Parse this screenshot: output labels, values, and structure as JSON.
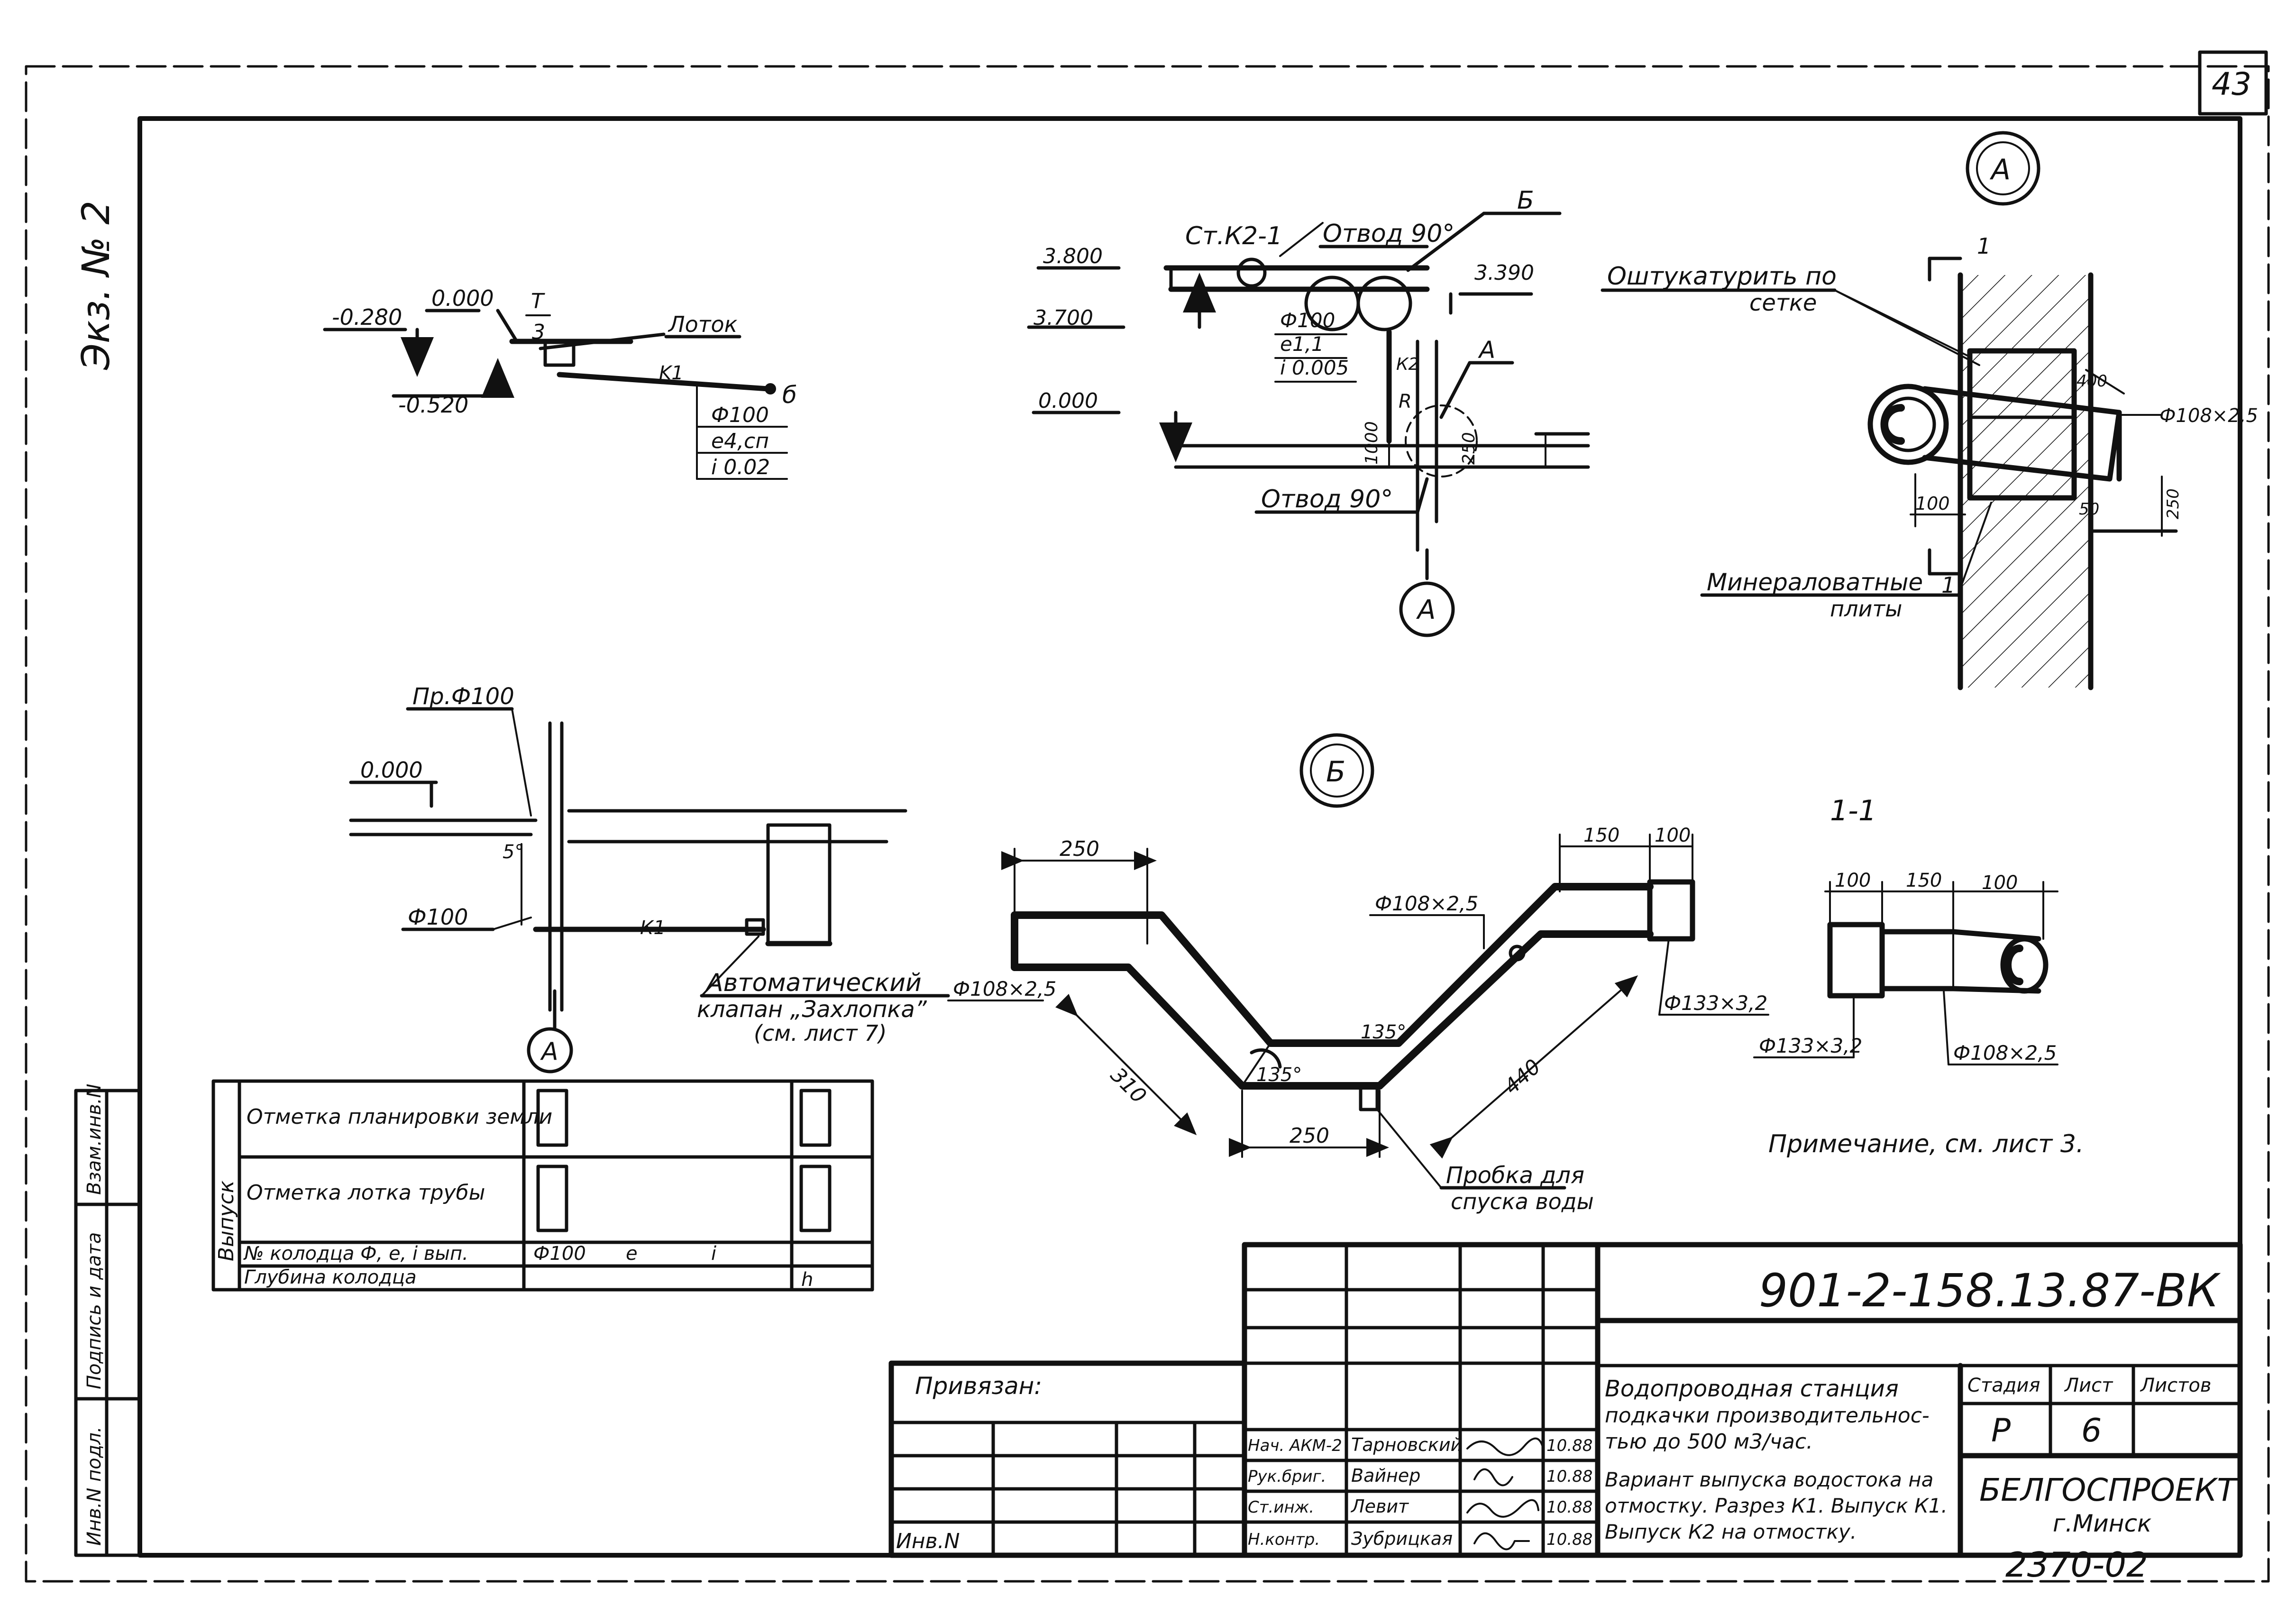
{
  "sheet": {
    "corner_number": "43",
    "stamp_left": "Экз. № 2",
    "copy_number": "2370-02"
  },
  "side_stamp": {
    "labels": [
      "Взам.инв.N",
      "Подпись и дата",
      "Инв.N подл."
    ]
  },
  "view_K1": {
    "level_a": "-0.280",
    "level_b": "0.000",
    "level_c": "-0.520",
    "frac_num": "T",
    "frac_den": "3",
    "label_lotok": "Лоток",
    "pipe_code": "K1",
    "end_mark": "б",
    "spec": [
      "Ф100",
      "е4,сп",
      "i 0.02"
    ]
  },
  "view_K2_top": {
    "level_1": "3.800",
    "level_2": "3.700",
    "level_3": "3.390",
    "level_4": "0.000",
    "riser": "Ст.К2-1",
    "elbow_top": "Отвод 90°",
    "elbow_bottom": "Отвод 90°",
    "callout_b": "Б",
    "callout_a": "А",
    "spec": [
      "Ф100",
      "е1,1",
      "i 0.005"
    ],
    "dim_vert": "1000",
    "dim_250": "250",
    "k2": "К2",
    "r": "R",
    "circle_a": "А"
  },
  "detail_A": {
    "circle_label": "А",
    "plaster": "Оштукатурить по",
    "plaster_2": "сетке",
    "mineral": "Минераловатные",
    "mineral_2": "плиты",
    "section_mark": "1",
    "dim_400": "400",
    "dim_100": "100",
    "dim_50": "50",
    "dim_250": "250",
    "pipe_dia": "Ф108×2,5"
  },
  "view_K1_outlet": {
    "pr": "Пр.Ф100",
    "level": "0.000",
    "pipe": "Ф100",
    "slope": "5°",
    "k1": "К1",
    "valve_1": "Автоматический",
    "valve_2": "клапан „Захлопка”",
    "valve_3": "(см. лист 7)",
    "circle_a": "А"
  },
  "detail_B": {
    "circle_label": "Б",
    "dim_250_top": "250",
    "dim_150": "150",
    "dim_100": "100",
    "pipe_left": "Ф108×2,5",
    "pipe_mid": "Ф108×2,5",
    "pipe_right": "Ф133×3,2",
    "angle_1": "135°",
    "angle_2": "135°",
    "dim_310": "310",
    "dim_440": "440",
    "dim_250_bottom": "250",
    "plug_1": "Пробка для",
    "plug_2": "спуска воды"
  },
  "section_1_1": {
    "title": "1-1",
    "dim_100a": "100",
    "dim_150": "150",
    "dim_100b": "100",
    "pipe_big": "Ф133×3,2",
    "pipe_small": "Ф108×2,5"
  },
  "note": "Примечание, см. лист 3.",
  "profile_table": {
    "side_label": "Выпуск",
    "rows": [
      "Отметка планировки земли",
      "Отметка лотка трубы",
      "№ колодца Ф, е, i  вып.",
      "Глубина колодца"
    ],
    "row3_values": [
      "Ф100",
      "е",
      "i"
    ],
    "row4_value": "h"
  },
  "title_block": {
    "doc_code": "901-2-158.13.87-ВК",
    "bound": "Привязан:",
    "inv": "Инв.N",
    "project_1": "Водопроводная станция",
    "project_2": "подкачки производительнос-",
    "project_3": "тью до 500 м3/час.",
    "sheet_desc_1": "Вариант выпуска водостока на",
    "sheet_desc_2": "отмостку. Разрез К1. Выпуск К1.",
    "sheet_desc_3": "Выпуск К2 на отмостку.",
    "stage_h": "Стадия",
    "sheet_h": "Лист",
    "sheets_h": "Листов",
    "stage": "Р",
    "sheet_no": "6",
    "org": "БЕЛГОСПРОЕКТ",
    "city": "г.Минск",
    "signers": [
      {
        "role": "Нач. АКМ-2",
        "name": "Тарновский",
        "date": "10.88"
      },
      {
        "role": "Рук.бриг.",
        "name": "Вайнер",
        "date": "10.88"
      },
      {
        "role": "Ст.инж.",
        "name": "Левит",
        "date": "10.88"
      },
      {
        "role": "Н.контр.",
        "name": "Зубрицкая",
        "date": "10.88"
      }
    ]
  }
}
